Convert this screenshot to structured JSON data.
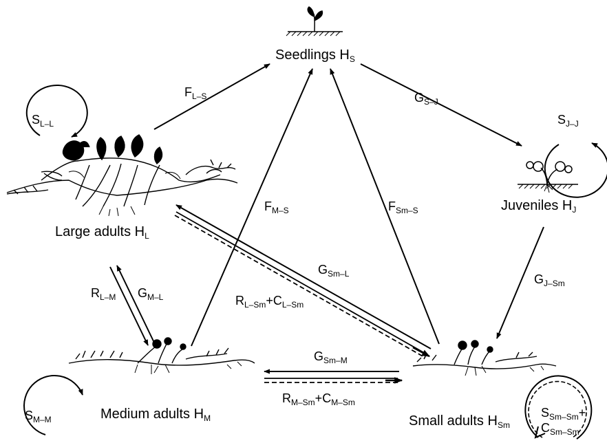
{
  "nodes": {
    "seedlings": {
      "name": "Seedlings H",
      "sub": "S"
    },
    "juveniles": {
      "name": "Juveniles H",
      "sub": "J"
    },
    "large": {
      "name": "Large adults H",
      "sub": "L"
    },
    "medium": {
      "name": "Medium adults H",
      "sub": "M"
    },
    "small": {
      "name": "Small adults H",
      "sub": "Sm"
    }
  },
  "edges": {
    "f_l_s": {
      "main": "F",
      "sub": "L–S"
    },
    "g_s_j": {
      "main": "G",
      "sub": "S–J"
    },
    "s_l_l": {
      "main": "S",
      "sub": "L–L"
    },
    "s_j_j": {
      "main": "S",
      "sub": "J–J"
    },
    "f_m_s": {
      "main": "F",
      "sub": "M–S"
    },
    "f_sm_s": {
      "main": "F",
      "sub": "Sm–S"
    },
    "g_sm_l": {
      "main": "G",
      "sub": "Sm–L"
    },
    "r_l_m": {
      "main": "R",
      "sub": "L–M"
    },
    "g_m_l": {
      "main": "G",
      "sub": "M–L"
    },
    "r_l_sm": {
      "main": "R",
      "sub": "L–Sm"
    },
    "c_l_sm": {
      "main": "C",
      "sub": "L–Sm"
    },
    "g_j_sm": {
      "main": "G",
      "sub": "J–Sm"
    },
    "g_sm_m": {
      "main": "G",
      "sub": "Sm–M"
    },
    "r_m_sm": {
      "main": "R",
      "sub": "M–Sm"
    },
    "c_m_sm": {
      "main": "C",
      "sub": "M–Sm"
    },
    "s_m_m": {
      "main": "S",
      "sub": "M–M"
    },
    "s_sm_sm": {
      "main": "S",
      "sub": "Sm–Sm"
    },
    "c_sm_sm": {
      "main": "C",
      "sub": "Sm–Sm"
    },
    "plus": "+"
  }
}
